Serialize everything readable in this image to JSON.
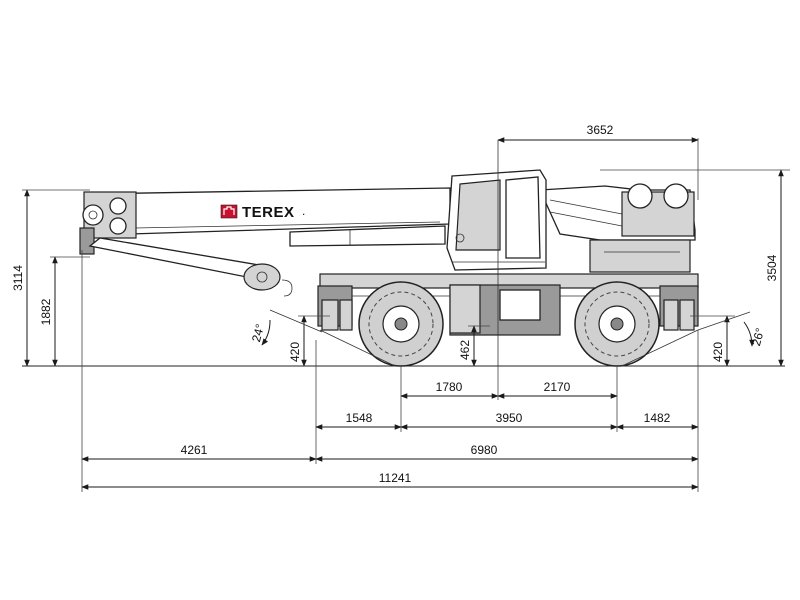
{
  "brand": {
    "name": "TEREX",
    "mark": "."
  },
  "dimensions": {
    "cab_to_counterweight": "3652",
    "overall_height": "3504",
    "boom_tip_height": "3114",
    "boom_pivot_height": "1882",
    "front_approach_angle": "24°",
    "rear_departure_angle": "26°",
    "front_ground_clearance": "420",
    "rear_ground_clearance": "420",
    "center_ground_clearance": "462",
    "front_axle_to_slew_center": "1780",
    "slew_center_to_rear_axle": "2170",
    "front_overhang": "1548",
    "wheelbase": "3950",
    "rear_overhang": "1482",
    "boom_overhang": "4261",
    "carrier_length": "6980",
    "overall_length": "11241"
  }
}
